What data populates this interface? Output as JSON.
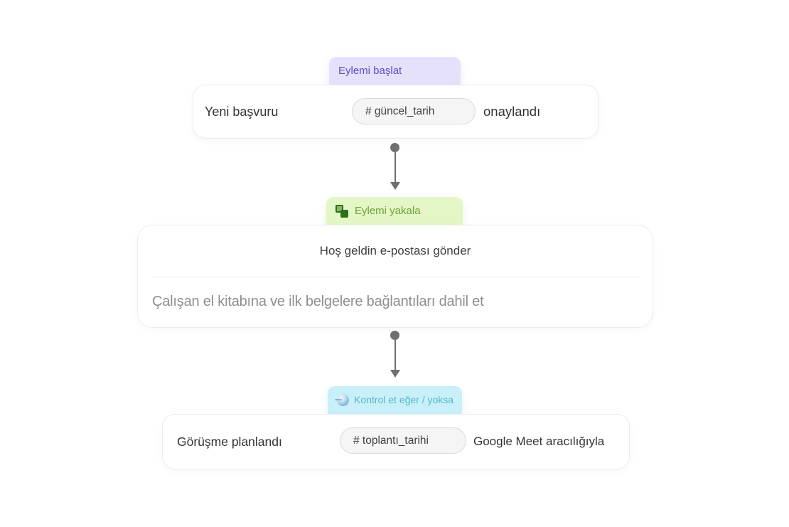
{
  "colors": {
    "tab-purple-bg": "#e6e1fb",
    "tab-purple-text": "#5b4ec9",
    "tab-green-bg": "#e4f6c6",
    "tab-green-text": "#6ea236",
    "icon-green": "#2d701c",
    "tab-cyan-bg": "#c9f0f8",
    "tab-cyan-text": "#53b7cd",
    "chip-bg": "#f5f5f5",
    "chip-border": "#dadada",
    "text-dark": "#333333",
    "text-gray": "#8e8e8e",
    "arrow": "#6f6f6f"
  },
  "steps": [
    {
      "tab_label": "Eylemi başlat",
      "text_before": "Yeni başvuru",
      "chip": "# güncel_tarih",
      "text_after": "onaylandı"
    },
    {
      "tab_label": "Eylemi yakala",
      "icon": "copy-squares-icon",
      "title": "Hoş geldin e-postası gönder",
      "description": "Çalışan el kitabına ve ilk belgelere bağlantıları dahil et"
    },
    {
      "tab_label": "Kontrol et eğer / yoksa",
      "icon": "sphere-icon",
      "text_before": "Görüşme planlandı",
      "chip": "# toplantı_tarihi",
      "text_after": "Google Meet aracılığıyla"
    }
  ]
}
